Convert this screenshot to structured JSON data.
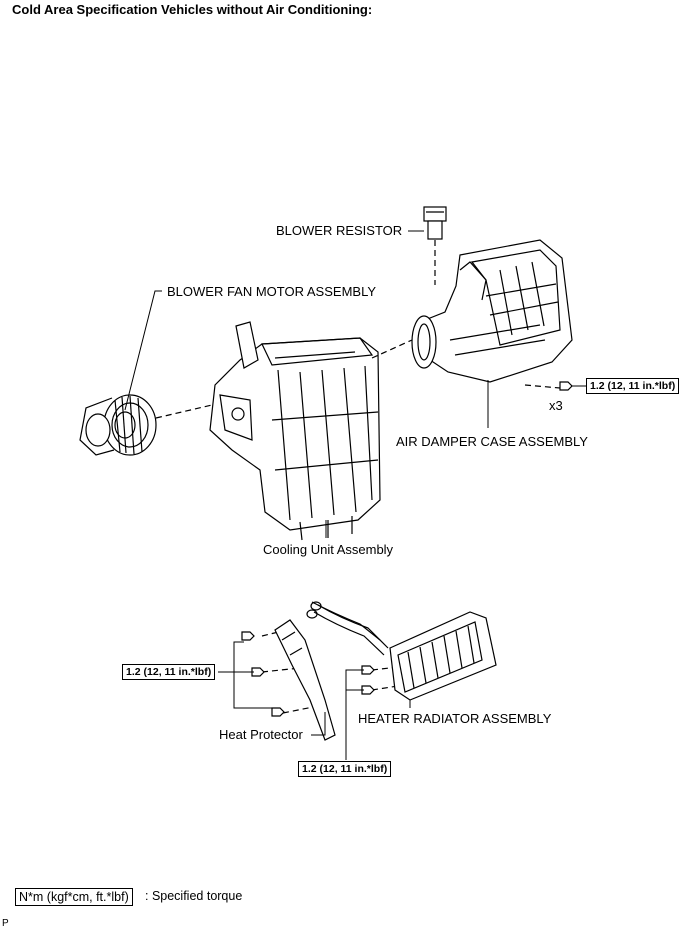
{
  "title": "Cold Area Specification Vehicles without Air Conditioning:",
  "labels": {
    "blower_resistor": "BLOWER RESISTOR",
    "blower_fan_motor": "BLOWER FAN MOTOR ASSEMBLY",
    "air_damper_case": "AIR DAMPER CASE ASSEMBLY",
    "cooling_unit": "Cooling Unit Assembly",
    "heater_radiator": "HEATER RADIATOR ASSEMBLY",
    "heat_protector": "Heat Protector",
    "quantity": "x3"
  },
  "torque_spec": "1.2 (12, 11 in.*lbf)",
  "legend": {
    "symbol": "N*m (kgf*cm, ft.*lbf)",
    "text": ": Specified torque"
  },
  "page_code": "P"
}
